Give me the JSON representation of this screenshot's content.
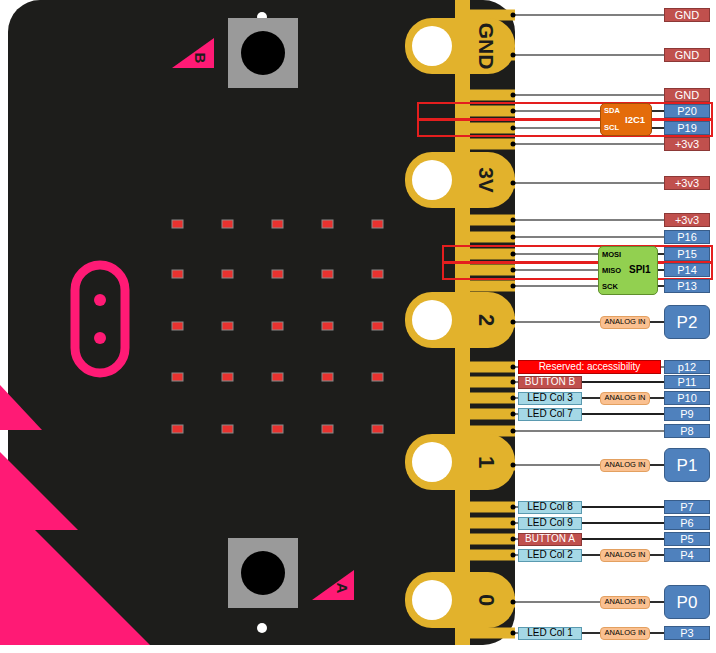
{
  "diagram": {
    "nodes": [
      {
        "text": [
          "GND"
        ]
      },
      {
        "text": [
          "GND"
        ]
      },
      {
        "text": [
          "GND"
        ]
      },
      {
        "text": [
          "SDA",
          "SCL",
          "I2C1"
        ]
      },
      {
        "text": [
          "P20"
        ]
      },
      {
        "text": [
          "P19"
        ]
      },
      {
        "text": [
          "+3v3"
        ]
      },
      {
        "text": [
          "+3v3"
        ]
      },
      {
        "text": [
          "+3v3"
        ]
      },
      {
        "text": [
          "P16"
        ]
      },
      {
        "text": [
          "MOSI",
          "MISO",
          "SPI1",
          "SCK"
        ]
      },
      {
        "text": [
          "P15"
        ]
      },
      {
        "text": [
          "P14"
        ]
      },
      {
        "text": [
          "P13"
        ]
      },
      {
        "text": [
          "ANALOG IN"
        ]
      },
      {
        "text": [
          "P2"
        ]
      },
      {
        "text": [
          "Reserved: accessibility"
        ]
      },
      {
        "text": [
          "p12"
        ]
      },
      {
        "text": [
          "BUTTON B"
        ]
      },
      {
        "text": [
          "P11"
        ]
      },
      {
        "text": [
          "LED Col 3"
        ]
      },
      {
        "text": [
          "ANALOG IN"
        ]
      },
      {
        "text": [
          "P10"
        ]
      },
      {
        "text": [
          "LED Col 7"
        ]
      },
      {
        "text": [
          "P9"
        ]
      },
      {
        "text": [
          "P8"
        ]
      },
      {
        "text": [
          "ANALOG IN"
        ]
      },
      {
        "text": [
          "P1"
        ]
      },
      {
        "text": [
          "LED Col 8"
        ]
      },
      {
        "text": [
          "P7"
        ]
      },
      {
        "text": [
          "LED Col 9"
        ]
      },
      {
        "text": [
          "P6"
        ]
      },
      {
        "text": [
          "BUTTON A"
        ]
      },
      {
        "text": [
          "P5"
        ]
      },
      {
        "text": [
          "LED Col 2"
        ]
      },
      {
        "text": [
          "ANALOG IN"
        ]
      },
      {
        "text": [
          "P4"
        ]
      },
      {
        "text": [
          "ANALOG IN"
        ]
      },
      {
        "text": [
          "P0"
        ]
      },
      {
        "text": [
          "LED Col 1"
        ]
      },
      {
        "text": [
          "ANALOG IN"
        ]
      },
      {
        "text": [
          "P3"
        ]
      }
    ],
    "edges": [
      {
        "from": 3,
        "to": 4,
        "arrow": "none"
      },
      {
        "from": 3,
        "to": 5,
        "arrow": "none"
      },
      {
        "from": 10,
        "to": 11,
        "arrow": "none"
      },
      {
        "from": 10,
        "to": 12,
        "arrow": "none"
      },
      {
        "from": 10,
        "to": 13,
        "arrow": "none"
      },
      {
        "from": 14,
        "to": 15,
        "arrow": "none"
      },
      {
        "from": 18,
        "to": 19,
        "arrow": "none"
      },
      {
        "from": 20,
        "to": 21,
        "arrow": "none"
      },
      {
        "from": 21,
        "to": 22,
        "arrow": "none"
      },
      {
        "from": 23,
        "to": 24,
        "arrow": "none"
      },
      {
        "from": 26,
        "to": 27,
        "arrow": "none"
      },
      {
        "from": 28,
        "to": 29,
        "arrow": "none"
      },
      {
        "from": 30,
        "to": 31,
        "arrow": "none"
      },
      {
        "from": 32,
        "to": 33,
        "arrow": "none"
      },
      {
        "from": 34,
        "to": 35,
        "arrow": "none"
      },
      {
        "from": 35,
        "to": 36,
        "arrow": "none"
      },
      {
        "from": 37,
        "to": 38,
        "arrow": "none"
      },
      {
        "from": 39,
        "to": 40,
        "arrow": "none"
      },
      {
        "from": 40,
        "to": 41,
        "arrow": "none"
      }
    ],
    "labels": [
      "B",
      "GND",
      "3V",
      "2",
      "1",
      "0",
      "A"
    ]
  }
}
